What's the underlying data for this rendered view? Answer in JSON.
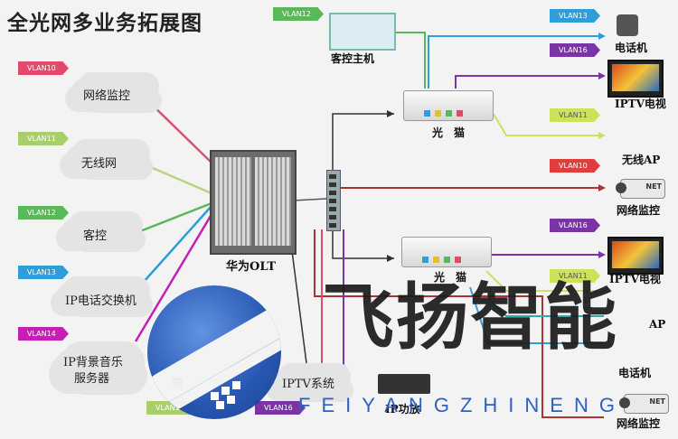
{
  "title": "全光网多业务拓展图",
  "vlan_tags": {
    "t1": "VLAN10",
    "t2": "VLAN11",
    "t3": "VLAN12",
    "t4": "VLAN13",
    "t5": "VLAN14",
    "t6": "VLAN12",
    "t7": "VLAN13",
    "t8": "VLAN16",
    "t9": "VLAN11",
    "t10": "VLAN10",
    "t11": "VLAN16",
    "t12": "VLAN11",
    "t13": "VLAN1",
    "t14": "VLAN16"
  },
  "clouds": {
    "network_monitor": "网络监控",
    "wireless": "无线网",
    "guest_control": "客控",
    "ip_phone_switch": "IP电话交换机",
    "ip_music_server_l1": "IP背景音乐",
    "ip_music_server_l2": "服务器",
    "iptv_system": "IPTV系统",
    "partial_left": "箱"
  },
  "devices": {
    "olt": "华为OLT",
    "host": "客控主机",
    "modem_top": "光　猫",
    "modem_bottom": "光　猫",
    "phone_top": "电话机",
    "iptv_top": "IPTV电视",
    "ap_top": "无线AP",
    "monitor_mid": "网络监控",
    "iptv_bottom": "IPTV电视",
    "ap_bottom": "AP",
    "phone_bottom": "电话机",
    "monitor_bottom": "网络监控",
    "player": "IP功放"
  },
  "device_badges": {
    "net": "NET"
  },
  "watermark": {
    "brand": "飞扬智能",
    "pinyin": "FEIYANGZHINENG"
  },
  "colors": {
    "vlan10": "#e24a6b",
    "vlan11": "#a8cf6a",
    "vlan12": "#59b85a",
    "vlan13": "#2e9ed8",
    "vlan14": "#c61fb4",
    "vlan16": "#7a34a6",
    "brand_blue": "#1d4fb0"
  }
}
